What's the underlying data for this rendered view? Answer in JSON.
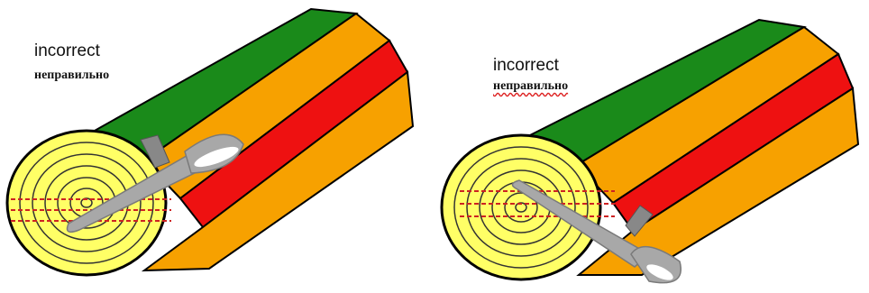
{
  "panels": [
    {
      "label_en": "incorrect",
      "label_ru": "неправильно",
      "ru_underline": false
    },
    {
      "label_en": "incorrect",
      "label_ru": "неправильно",
      "ru_underline": true
    }
  ],
  "colors": {
    "ring_face": "#ffff66",
    "stripe_green": "#1a8a1a",
    "stripe_orange": "#f7a100",
    "stripe_red": "#ee1111",
    "chainsaw": "#a8a8a8",
    "cut_line": "#cc2222",
    "outline": "#000000"
  }
}
